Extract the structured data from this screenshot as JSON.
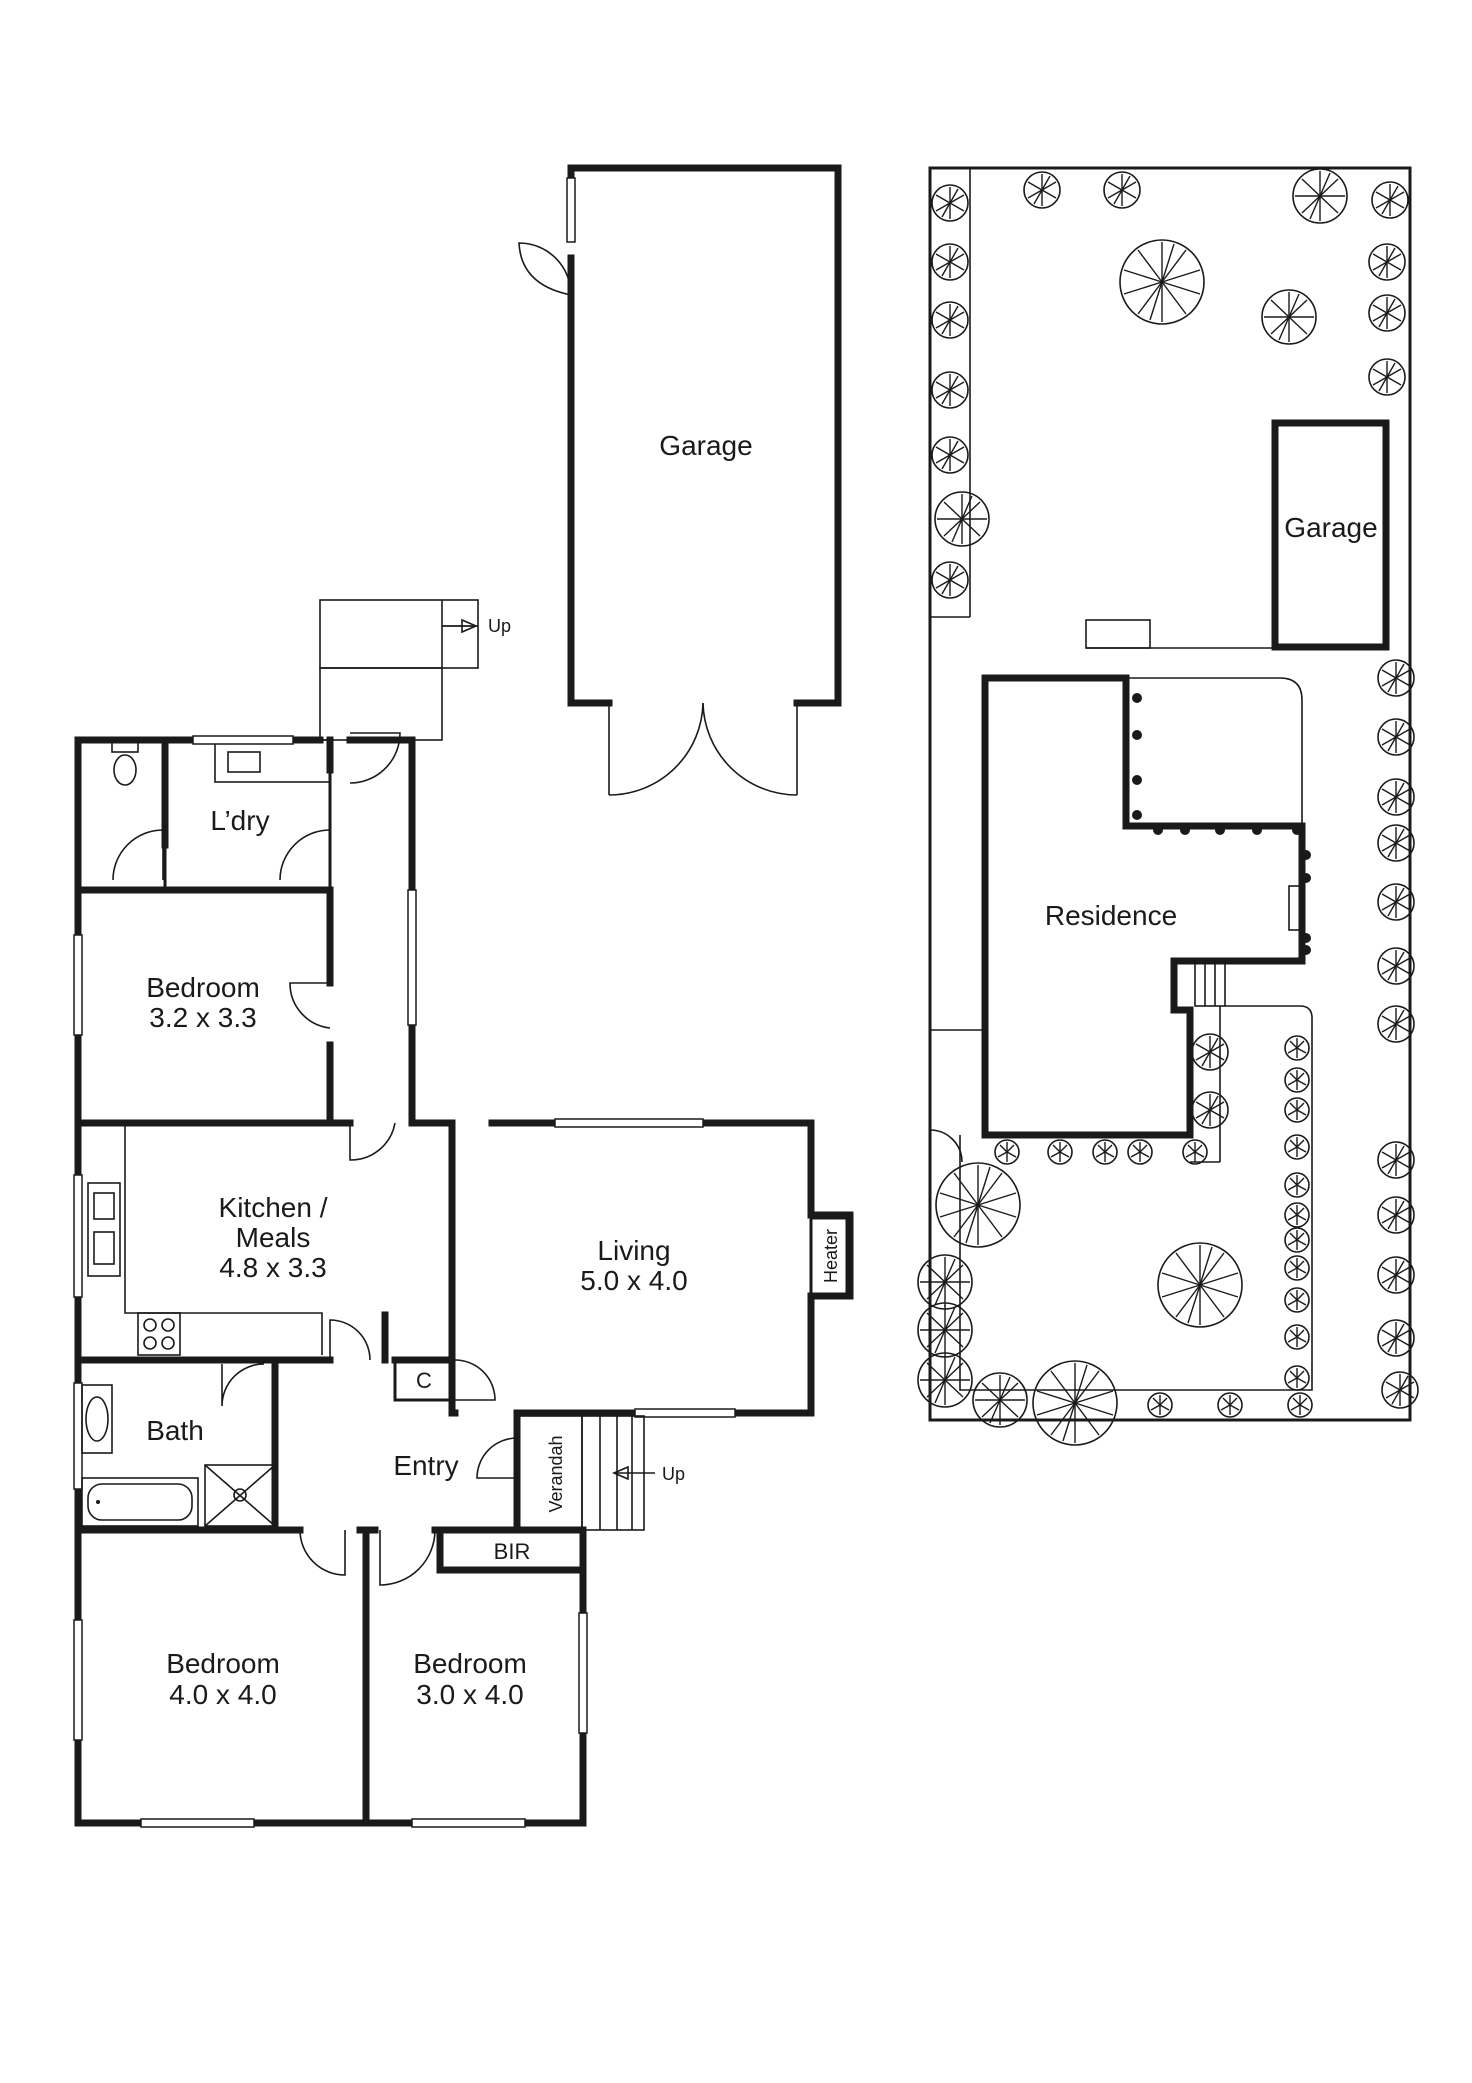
{
  "floor_plan": {
    "rooms": {
      "garage": {
        "name": "Garage"
      },
      "laundry": {
        "name": "L’dry"
      },
      "bedroom_rear": {
        "name": "Bedroom",
        "size": "3.2 x 3.3"
      },
      "kitchen": {
        "name_line1": "Kitchen /",
        "name_line2": "Meals",
        "size": "4.8 x 3.3"
      },
      "living": {
        "name": "Living",
        "size": "5.0 x 4.0"
      },
      "bath": {
        "name": "Bath"
      },
      "entry": {
        "name": "Entry"
      },
      "bedroom_front_left": {
        "name": "Bedroom",
        "size": "4.0 x 4.0"
      },
      "bedroom_front_right": {
        "name": "Bedroom",
        "size": "3.0 x 4.0"
      }
    },
    "labels": {
      "heater": "Heater",
      "verandah": "Verandah",
      "bir": "BIR",
      "cupboard": "C",
      "up_rear": "Up",
      "up_front": "Up"
    }
  },
  "site_plan": {
    "residence": "Residence",
    "garage": "Garage"
  }
}
